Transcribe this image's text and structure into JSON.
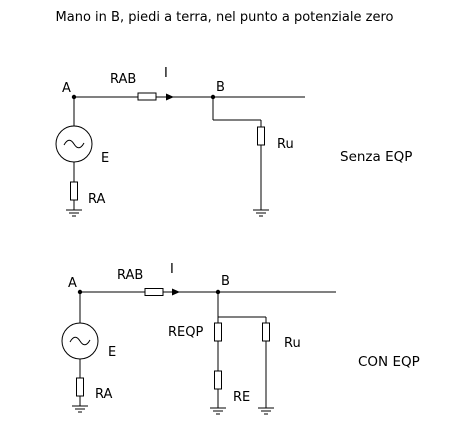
{
  "title": "Mano in B, piedi a terra, nel punto a potenziale zero",
  "circuit_top": {
    "label_node_a": "A",
    "label_node_b": "B",
    "label_rab": "RAB",
    "label_current": "I",
    "label_source": "E",
    "label_ra": "RA",
    "label_ru": "Ru",
    "caption": "Senza EQP"
  },
  "circuit_bottom": {
    "label_node_a": "A",
    "label_node_b": "B",
    "label_rab": "RAB",
    "label_current": "I",
    "label_source": "E",
    "label_ra": "RA",
    "label_reqp": "REQP",
    "label_ru": "Ru",
    "label_re": "RE",
    "caption": "CON EQP"
  }
}
